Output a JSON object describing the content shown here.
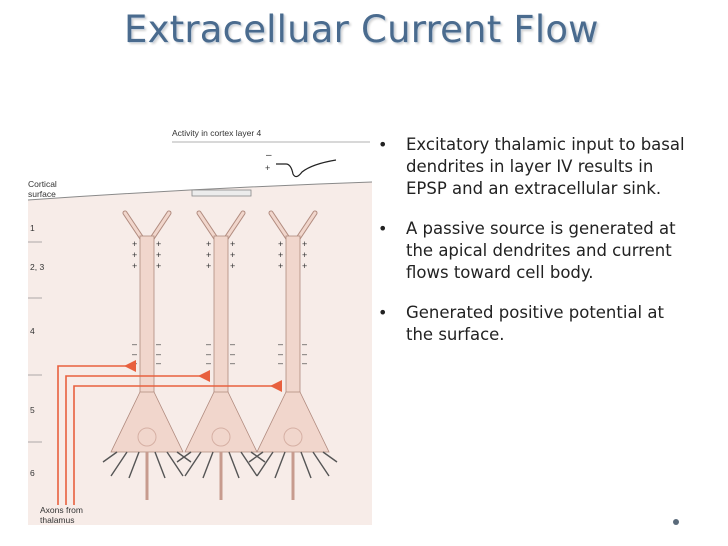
{
  "title": "Extracelluar Current Flow",
  "figure": {
    "activity_label": "Activity in cortex layer 4",
    "cortical_surface_label": [
      "Cortical",
      "surface"
    ],
    "layer_labels": [
      "1",
      "2, 3",
      "4",
      "5",
      "6"
    ],
    "axon_label": [
      "Axons from",
      "thalamus"
    ],
    "polarity_minus": "–",
    "polarity_plus": "+"
  },
  "bullets": [
    "Excitatory thalamic input to basal dendrites in layer IV results in EPSP and an extracellular sink.",
    "A passive source is generated at the apical dendrites and current flows toward cell body.",
    "Generated positive potential at the surface."
  ],
  "bullet_glyph": "•",
  "colors": {
    "title": "#4a6b8e",
    "tissue": "#f7ece8",
    "neuron": "#f1d6cc",
    "neuron_stroke": "#b08a7e",
    "axon": "#e8603e"
  }
}
